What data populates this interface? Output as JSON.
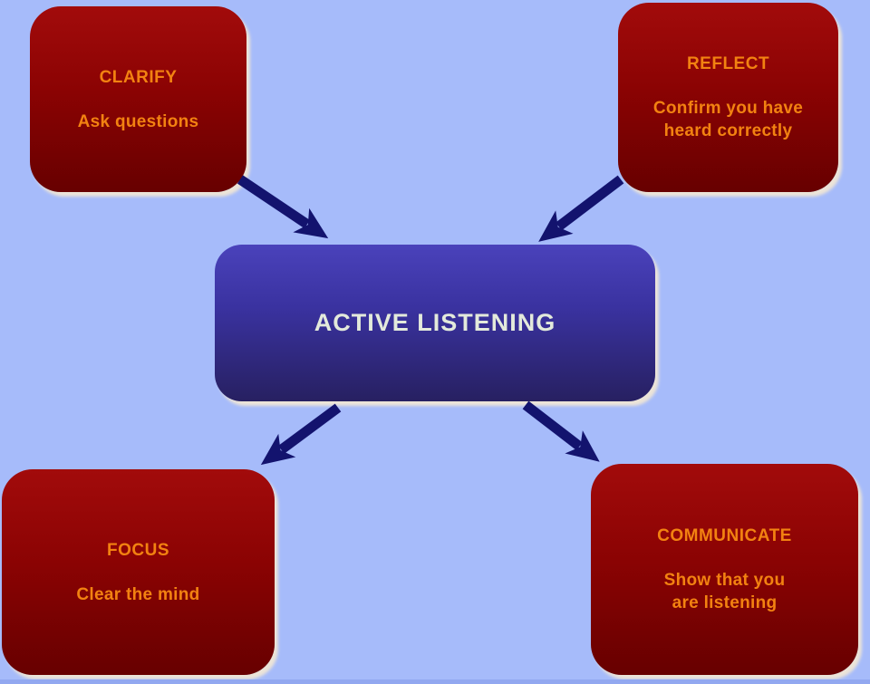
{
  "diagram": {
    "type": "hub-and-spoke",
    "center": {
      "label": "ACTIVE LISTENING"
    },
    "nodes": [
      {
        "id": "clarify",
        "title": "CLARIFY",
        "body": "Ask questions",
        "position": "top-left"
      },
      {
        "id": "reflect",
        "title": "REFLECT",
        "body": "Confirm you have\nheard correctly",
        "position": "top-right"
      },
      {
        "id": "focus",
        "title": "FOCUS",
        "body": "Clear the mind",
        "position": "bottom-left"
      },
      {
        "id": "communicate",
        "title": "COMMUNICATE",
        "body": "Show that you\nare listening",
        "position": "bottom-right"
      }
    ],
    "arrows": [
      {
        "id": "clarify-to-center",
        "from": "clarify",
        "to": "center"
      },
      {
        "id": "reflect-to-center",
        "from": "reflect",
        "to": "center"
      },
      {
        "id": "center-to-focus",
        "from": "center",
        "to": "focus"
      },
      {
        "id": "center-to-communicate",
        "from": "center",
        "to": "communicate"
      }
    ]
  },
  "colors": {
    "background": "#a6bbfa",
    "bottom_strip": "#92a8f0",
    "red_box_top": "#a20b0b",
    "red_box_bottom": "#670000",
    "center_box_top": "#4a42bb",
    "center_box_bottom": "#272061",
    "red_box_text": "#f28211",
    "center_box_text": "#e3eadb",
    "arrow": "#13136e",
    "shadow": "#ece4d8"
  }
}
